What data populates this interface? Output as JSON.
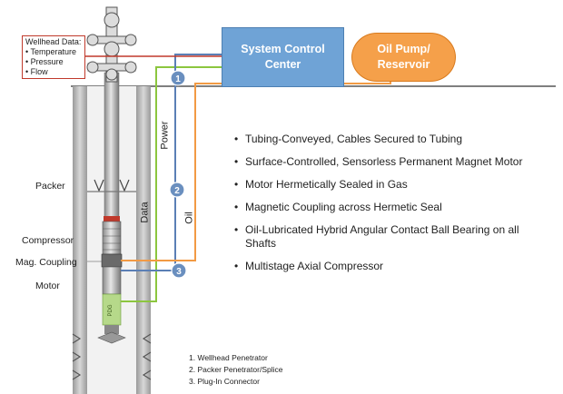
{
  "wellhead_data": {
    "title": "Wellhead Data:",
    "items": [
      "Temperature",
      "Pressure",
      "Flow"
    ]
  },
  "system_control_center": "System Control Center",
  "oil_pump": "Oil Pump/ Reservoir",
  "line_labels": {
    "power": "Power",
    "data": "Data",
    "oil": "Oil"
  },
  "markers": [
    "1",
    "2",
    "3"
  ],
  "component_labels": {
    "packer": "Packer",
    "compressor": "Compressor",
    "mag_coupling": "Mag. Coupling",
    "motor": "Motor",
    "pdg": "PDG"
  },
  "features": [
    "Tubing-Conveyed, Cables Secured to Tubing",
    "Surface-Controlled, Sensorless Permanent Magnet Motor",
    "Motor Hermetically Sealed in Gas",
    "Magnetic Coupling across Hermetic Seal",
    "Oil-Lubricated Hybrid Angular Contact Ball Bearing on all Shafts",
    "Multistage Axial Compressor"
  ],
  "notes": [
    "1. Wellhead Penetrator",
    "2. Packer Penetrator/Splice",
    "3. Plug-In Connector"
  ],
  "colors": {
    "power_line": "#5b7fb5",
    "data_line": "#8cc63f",
    "oil_line": "#f29a44",
    "wellhead_line": "#c0392b",
    "scc_fill": "#6fa3d6",
    "pump_fill": "#f5a04a",
    "marker_fill": "#6a8fbf"
  }
}
